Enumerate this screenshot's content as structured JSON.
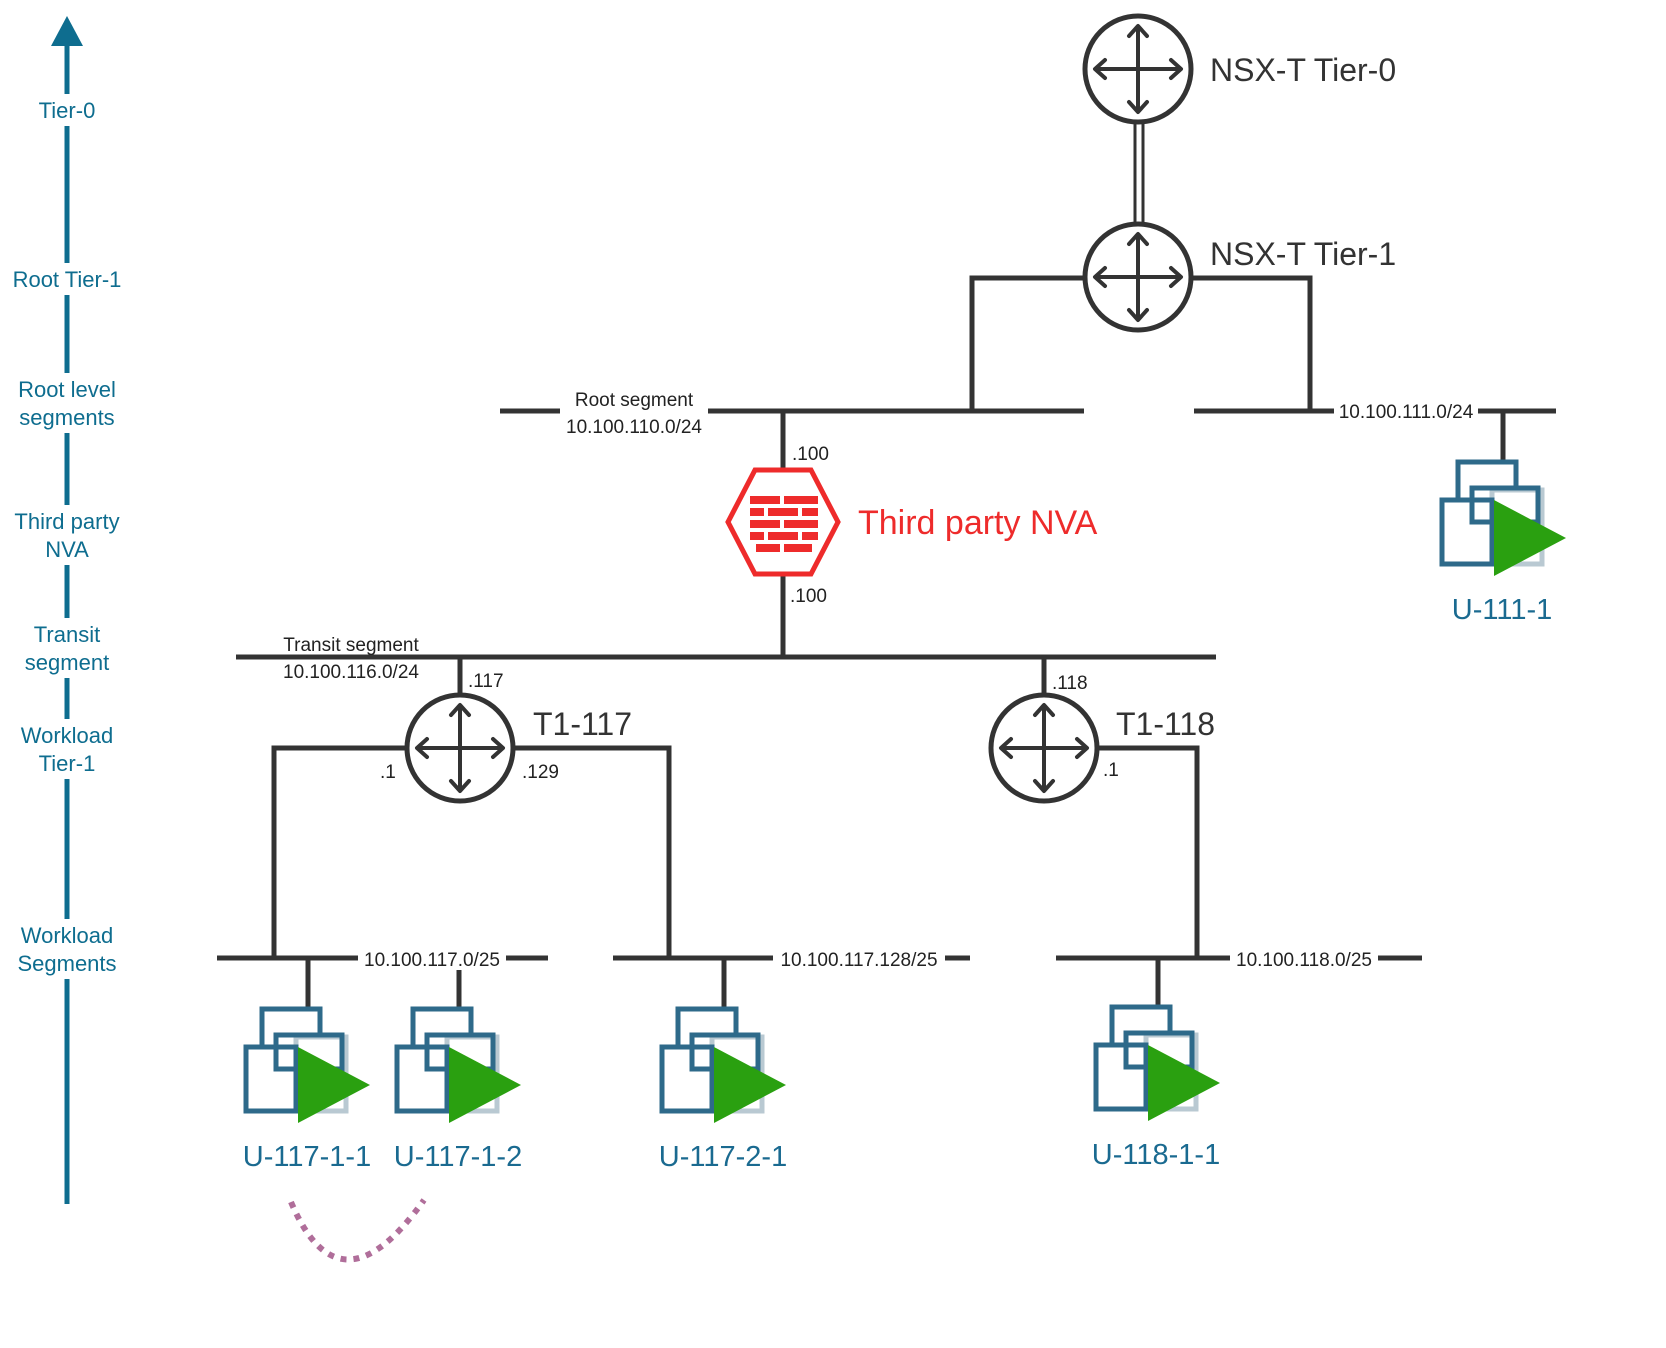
{
  "tiers": [
    "Tier-0",
    "Root Tier-1",
    "Root level\nsegments",
    "Third party\nNVA",
    "Transit\nsegment",
    "Workload\nTier-1",
    "Workload\nSegments"
  ],
  "routers": {
    "tier0": "NSX-T Tier-0",
    "tier1": "NSX-T Tier-1",
    "t1_117": "T1-117",
    "t1_118": "T1-118"
  },
  "nva": {
    "label": "Third party NVA",
    "ip_top": ".100",
    "ip_bottom": ".100"
  },
  "segments": {
    "root_name": "Root segment",
    "root_cidr": "10.100.110.0/24",
    "seg_111": "10.100.111.0/24",
    "transit_name": "Transit segment",
    "transit_cidr": "10.100.116.0/24",
    "seg_117_0": "10.100.117.0/25",
    "seg_117_128": "10.100.117.128/25",
    "seg_118_0": "10.100.118.0/25"
  },
  "interfaces": {
    "t117_uplink": ".117",
    "t118_uplink": ".118",
    "t117_left": ".1",
    "t117_right": ".129",
    "t118_down": ".1"
  },
  "vms": {
    "u111_1": "U-111-1",
    "u117_1_1": "U-117-1-1",
    "u117_1_2": "U-117-1-2",
    "u117_2_1": "U-117-2-1",
    "u118_1_1": "U-118-1-1"
  },
  "colors": {
    "tier_axis": "#0e6d8f",
    "line": "#333333",
    "nva": "#ee2b2b",
    "vm_frame": "#2e6a8a",
    "vm_play": "#2aa010",
    "dotted_arc": "#b06e9a"
  },
  "icons": {
    "router": "router-icon",
    "firewall": "firewall-icon",
    "vm": "vm-icon"
  }
}
